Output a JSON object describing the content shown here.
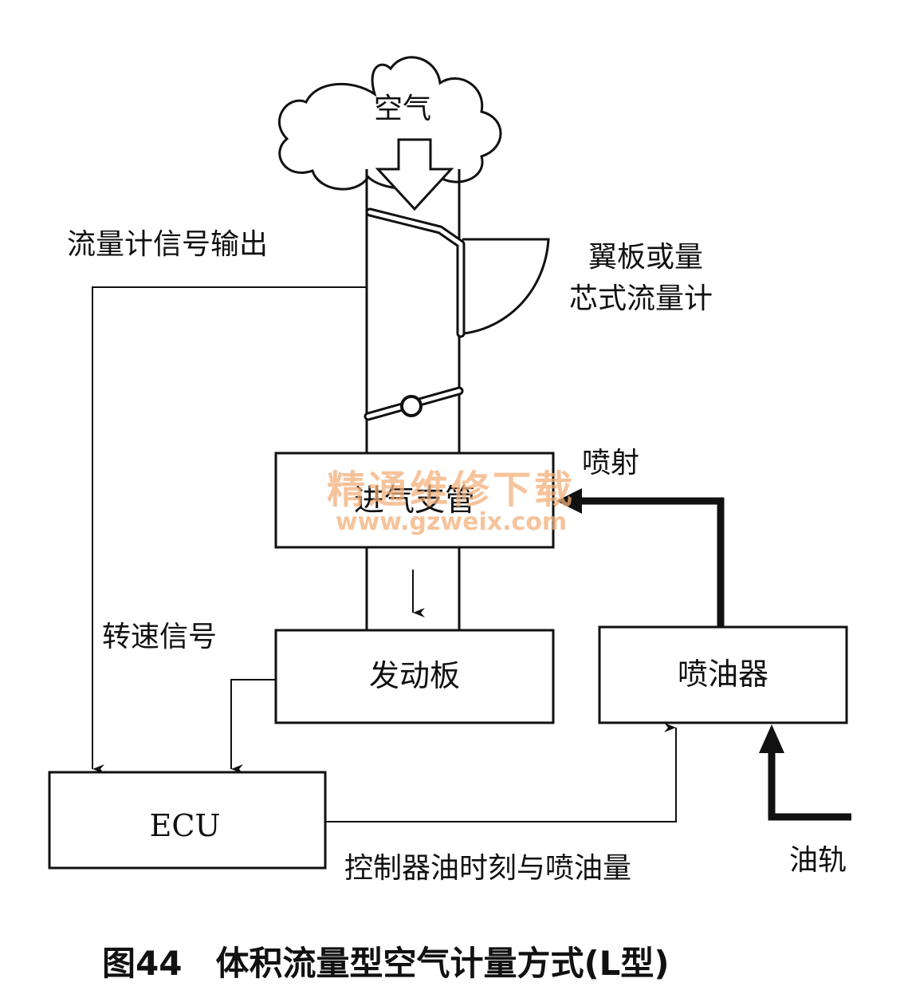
{
  "cloud_label": "空气",
  "labels": {
    "flow_signal_out": "流量计信号输出",
    "flowmeter_line1": "翼板或量",
    "flowmeter_line2": "芯式流量计",
    "injection": "喷射",
    "speed_signal": "转速信号",
    "control_signal": "控制器油时刻与喷油量",
    "fuel_rail": "油轨"
  },
  "boxes": {
    "intake_manifold": "进气支管",
    "engine": "发动板",
    "injector": "喷油器",
    "ecu": "ECU"
  },
  "caption": "图44　体积流量型空气计量方式(L型)",
  "watermark": {
    "text": "精通维修下载",
    "url": "www.gzweix.com"
  }
}
